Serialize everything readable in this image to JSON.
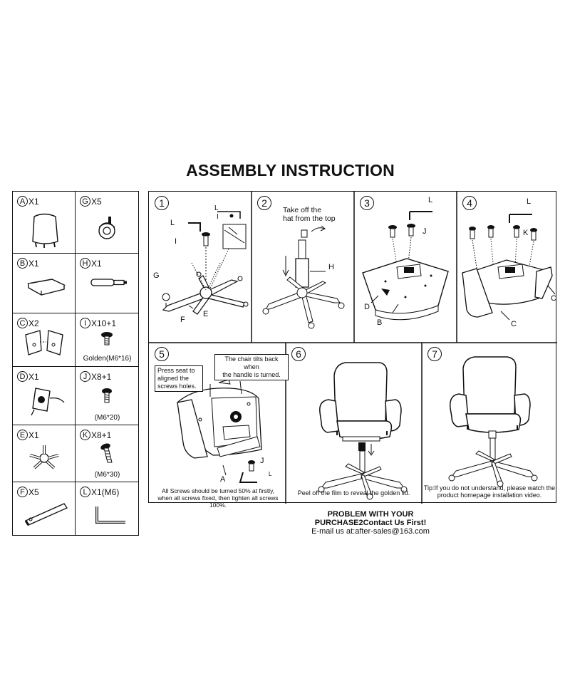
{
  "title": "ASSEMBLY INSTRUCTION",
  "parts": [
    {
      "letter": "A",
      "qty": "X1",
      "spec": ""
    },
    {
      "letter": "G",
      "qty": "X5",
      "spec": ""
    },
    {
      "letter": "B",
      "qty": "X1",
      "spec": ""
    },
    {
      "letter": "H",
      "qty": "X1",
      "spec": ""
    },
    {
      "letter": "C",
      "qty": "X2",
      "spec": ""
    },
    {
      "letter": "I",
      "qty": "X10+1",
      "spec": "Golden(M6*16)"
    },
    {
      "letter": "D",
      "qty": "X1",
      "spec": ""
    },
    {
      "letter": "J",
      "qty": "X8+1",
      "spec": "(M6*20)"
    },
    {
      "letter": "E",
      "qty": "X1",
      "spec": ""
    },
    {
      "letter": "K",
      "qty": "X8+1",
      "spec": "(M6*30)"
    },
    {
      "letter": "F",
      "qty": "X5",
      "spec": ""
    },
    {
      "letter": "L",
      "qty": "X1(M6)",
      "spec": ""
    }
  ],
  "steps": [
    {
      "num": "1",
      "labels": [
        "L",
        "I",
        "L",
        "I",
        "G",
        "F",
        "E"
      ]
    },
    {
      "num": "2",
      "note": "Take off the\nhat from the top",
      "labels": [
        "H"
      ]
    },
    {
      "num": "3",
      "labels": [
        "L",
        "J",
        "D",
        "B"
      ]
    },
    {
      "num": "4",
      "labels": [
        "L",
        "K",
        "C",
        "C"
      ]
    },
    {
      "num": "5",
      "box1": "Press seat to\naligned the\nscrews holes.",
      "box2": "The chair tilts back when\nthe handle is turned.",
      "labels": [
        "A",
        "J",
        "L"
      ],
      "caption": "All Screws should be turned 50% at firstly,\nwhen all screws fixed, then tighten all screws 100%."
    },
    {
      "num": "6",
      "caption": "Peel off the film to reveal the golden lid."
    },
    {
      "num": "7",
      "caption": "Tip:If you do not understand, please watch the\nproduct homepage installation video."
    }
  ],
  "footer": {
    "line1": "PROBLEM WITH YOUR",
    "line2": "PURCHASE2Contact Us First!",
    "line3": "E-mail us at:after-sales@163.com"
  }
}
